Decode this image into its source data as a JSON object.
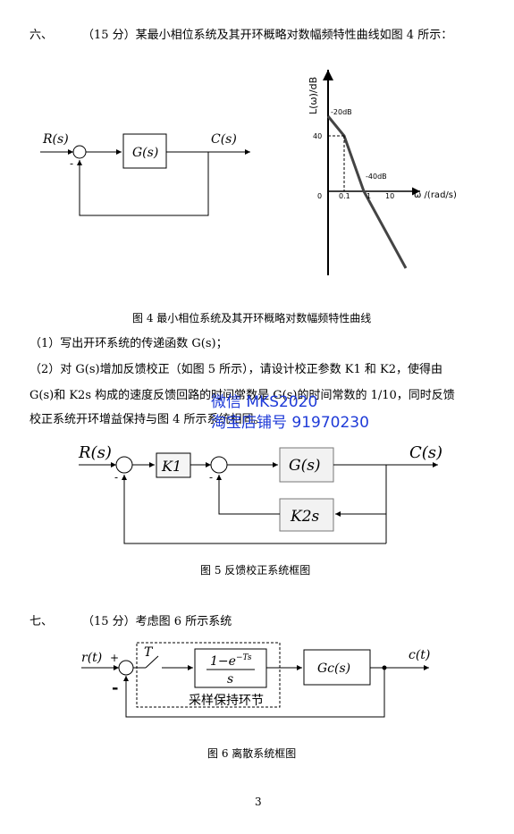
{
  "q6": {
    "number": "六、",
    "text": "（15 分）某最小相位系统及其开环概略对数幅频特性曲线如图 4 所示：",
    "fig4": {
      "input": "R(s)",
      "output": "C(s)",
      "block": "G(s)",
      "minus": "-",
      "caption": "图 4  最小相位系统及其开环概略对数幅频特性曲线"
    },
    "bode": {
      "ylabel": "L(ω)/dB",
      "xlabel": "ω /(rad/s)",
      "slope1": "-20dB",
      "slope2": "-40dB",
      "y_tick": "40",
      "origin": "0",
      "x_ticks": [
        "0.1",
        "1",
        "10"
      ]
    },
    "part1": "（1）写出开环系统的传递函数 G(s)；",
    "part2_line1": "（2）对 G(s)增加反馈校正（如图 5 所示），请设计校正参数 K1 和 K2，使得由",
    "part2_line2": "G(s)和 K2s 构成的速度反馈回路的时间常数是 G(s)的时间常数的 1/10，同时反馈",
    "part2_line3": "校正系统开环增益保持与图 4 所示系统相同。",
    "fig5": {
      "input": "R(s)",
      "output": "C(s)",
      "k1": "K1",
      "g": "G(s)",
      "k2s": "K2s",
      "minus": "-",
      "caption": "图 5  反馈校正系统框图"
    }
  },
  "watermark": {
    "line1": "微信 MKS2020",
    "line2": "淘宝店铺号 91970230"
  },
  "q7": {
    "number": "七、",
    "text": "（15 分）考虑图 6 所示系统",
    "fig6": {
      "input": "r(t)",
      "output": "c(t)",
      "plus": "+",
      "minus": "-",
      "switch": "T",
      "zoh_num": "1−e",
      "zoh_exp": "−Ts",
      "zoh_den": "s",
      "zoh_label": "采样保持环节",
      "gc": "Gc(s)",
      "caption": "图 6  离散系统框图"
    }
  },
  "page_number": "3"
}
